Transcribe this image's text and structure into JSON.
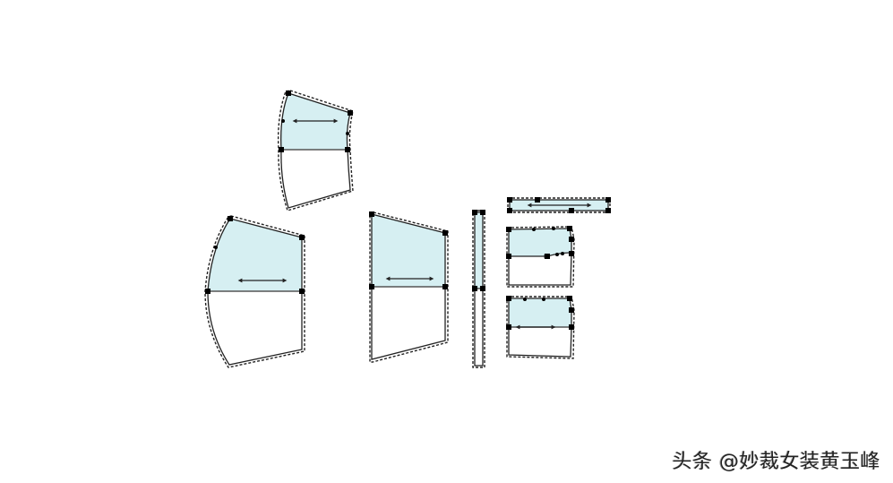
{
  "watermark": "头条 @妙裁女装黄玉峰",
  "colors": {
    "background": "#ffffff",
    "panel_fill": "#d6eff2",
    "outline": "#222222",
    "node": "#000000"
  },
  "pieces": [
    {
      "id": "piece-1",
      "description": "upper small flared panel"
    },
    {
      "id": "piece-2",
      "description": "large flared panel"
    },
    {
      "id": "piece-3",
      "description": "trapezoid panel"
    },
    {
      "id": "piece-4",
      "description": "narrow vertical strip"
    },
    {
      "id": "piece-5",
      "description": "thin horizontal strip"
    },
    {
      "id": "piece-6",
      "description": "small rectangle panel upper"
    },
    {
      "id": "piece-7",
      "description": "small rectangle panel lower"
    }
  ]
}
